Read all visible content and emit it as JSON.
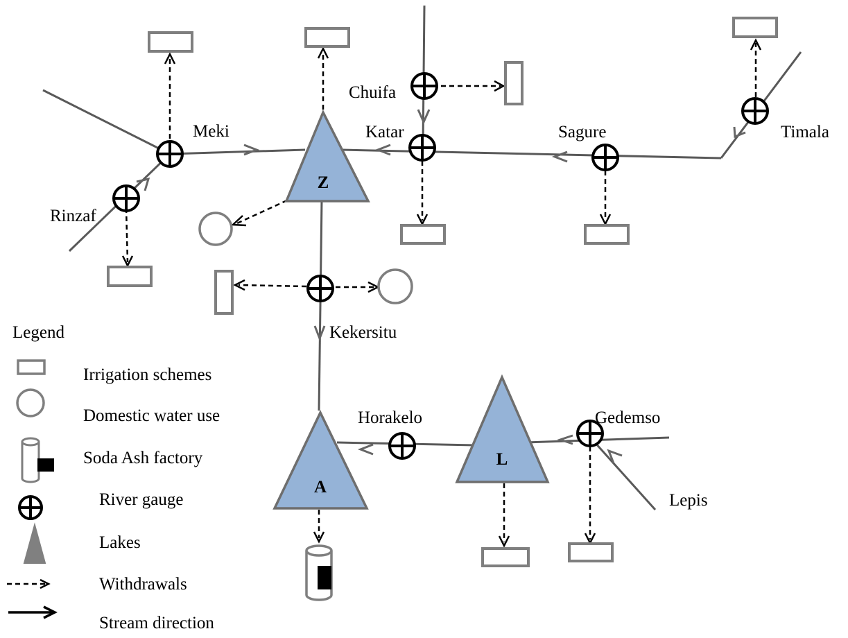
{
  "stations": {
    "meki": "Meki",
    "chuifa": "Chuifa",
    "katar": "Katar",
    "sagure": "Sagure",
    "timala": "Timala",
    "rinzaf": "Rinzaf",
    "kekersitu": "Kekersitu",
    "horakelo": "Horakelo",
    "gedemso": "Gedemso",
    "lepis": "Lepis"
  },
  "lakes": {
    "z": "Z",
    "l": "L",
    "a": "A"
  },
  "legend": {
    "title": "Legend",
    "items": [
      {
        "symbol": "irrigation-rectangle",
        "label": "Irrigation schemes"
      },
      {
        "symbol": "domestic-circle",
        "label": "Domestic water use"
      },
      {
        "symbol": "soda-ash-cylinder",
        "label": "Soda Ash factory"
      },
      {
        "symbol": "river-gauge-crosshair",
        "label": "River gauge"
      },
      {
        "symbol": "lake-triangle",
        "label": "Lakes"
      },
      {
        "symbol": "dashed-arrow",
        "label": "Withdrawals"
      },
      {
        "symbol": "solid-arrow",
        "label": "Stream direction"
      }
    ]
  },
  "colors": {
    "lake_fill": "#95b3d7",
    "river": "#595959",
    "symbol_outline": "#7f7f7f",
    "gauge": "#000000"
  }
}
